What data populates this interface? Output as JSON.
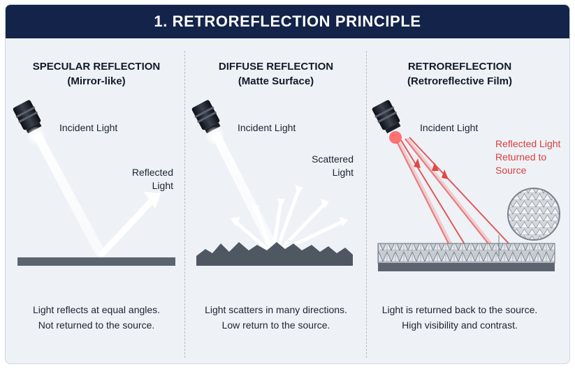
{
  "title": "1. RETROREFLECTION PRINCIPLE",
  "colors": {
    "banner": "#13234a",
    "background": "#eef2f6",
    "surface": "#5c6470",
    "red_light": "#d93d3d"
  },
  "panels": [
    {
      "title": "SPECULAR REFLECTION",
      "subtitle": "(Mirror-like)",
      "incident_label": "Incident Light",
      "reflected_label_1": "Reflected",
      "reflected_label_2": "Light",
      "caption_1": "Light reflects at equal angles.",
      "caption_2": "Not returned to the source."
    },
    {
      "title": "DIFFUSE REFLECTION",
      "subtitle": "(Matte Surface)",
      "incident_label": "Incident Light",
      "reflected_label_1": "Scattered",
      "reflected_label_2": "Light",
      "caption_1": "Light scatters in many directions.",
      "caption_2": "Low return to the source."
    },
    {
      "title": "RETROREFLECTION",
      "subtitle": "(Retroreflective Film)",
      "incident_label": "Incident Light",
      "reflected_label_1": "Reflected Light",
      "reflected_label_2": "Returned to",
      "reflected_label_3": "Source",
      "caption_1": "Light is returned back to the source.",
      "caption_2": "High visibility and contrast."
    }
  ],
  "icons": [
    "lamp-icon",
    "lamp-icon",
    "lamp-icon"
  ]
}
